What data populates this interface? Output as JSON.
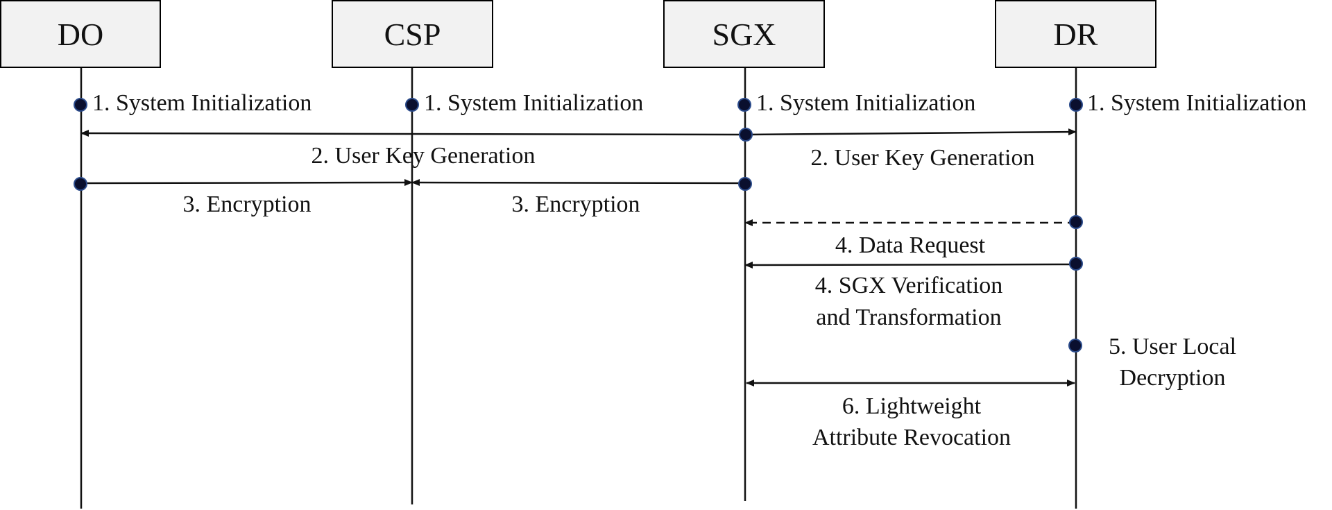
{
  "actors": [
    {
      "id": "do",
      "label": "DO"
    },
    {
      "id": "csp",
      "label": "CSP"
    },
    {
      "id": "sgx",
      "label": "SGX"
    },
    {
      "id": "dr",
      "label": "DR"
    }
  ],
  "steps": {
    "init_do": "1. System Initialization",
    "init_csp": "1. System Initialization",
    "init_sgx": "1. System Initialization",
    "init_dr": "1. System Initialization",
    "keygen_left": "2. User Key Generation",
    "keygen_right": "2. User Key Generation",
    "enc_left": "3. Encryption",
    "enc_right": "3. Encryption",
    "data_request": "4. Data Request",
    "sgx_verify_line1": "4. SGX Verification",
    "sgx_verify_line2": "and Transformation",
    "local_decrypt_line1": "5. User Local",
    "local_decrypt_line2": "Decryption",
    "revocation_line1": "6. Lightweight",
    "revocation_line2": "Attribute Revocation"
  },
  "colors": {
    "line": "#111111",
    "dot_fill": "#0a0f2e",
    "dot_stroke": "#2a4a8a",
    "box_fill": "#f2f2f2",
    "box_stroke": "#000000"
  }
}
